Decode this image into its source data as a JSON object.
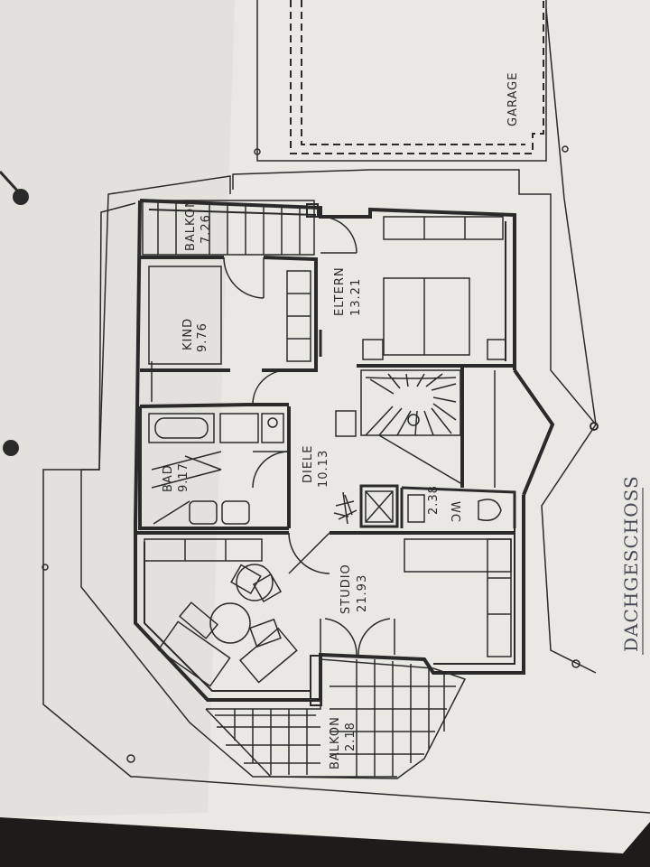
{
  "title": "DACHGESCHOSS",
  "rooms": [
    {
      "name": "GARAGE",
      "area": ""
    },
    {
      "name": "BALKON",
      "area": "7.26"
    },
    {
      "name": "KIND",
      "area": "9.76"
    },
    {
      "name": "ELTERN",
      "area": "13.21"
    },
    {
      "name": "BAD",
      "area": "9.17"
    },
    {
      "name": "DIELE",
      "area": "10.13"
    },
    {
      "name": "WC",
      "area": "2.38"
    },
    {
      "name": "STUDIO",
      "area": "21.93"
    },
    {
      "name": "BALKON",
      "area": "2.18"
    }
  ],
  "colors": {
    "paper": "#e9e8e3",
    "ink": "#2a2a2a",
    "pencil": "#4a4a58",
    "background": "#1e1c1a"
  }
}
